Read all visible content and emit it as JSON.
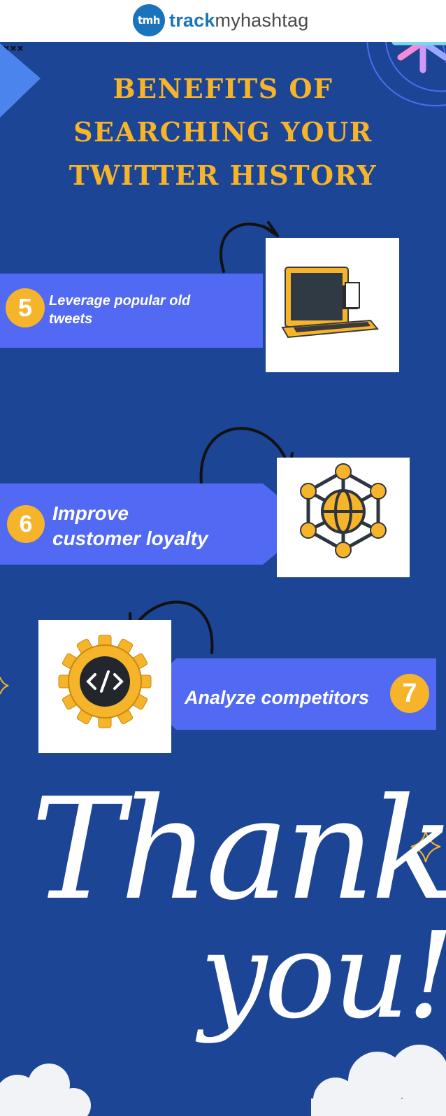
{
  "header": {
    "logo_mark": "tmh",
    "logo_track": "track",
    "logo_rest": "myhashtag"
  },
  "title": {
    "line1": "BENEFITS OF",
    "line2": "SEARCHING YOUR",
    "line3": "TWITTER HISTORY"
  },
  "items": [
    {
      "number": "5",
      "label_line1": "Leverage popular old",
      "label_line2": "tweets",
      "icon": "laptop-icon"
    },
    {
      "number": "6",
      "label_line1": "Improve",
      "label_line2": "customer loyalty",
      "icon": "network-globe-icon"
    },
    {
      "number": "7",
      "label_line1": "Analyze competitors",
      "icon": "code-gear-icon"
    }
  ],
  "closing": {
    "word1": "Thank",
    "word2": "you!"
  },
  "colors": {
    "background": "#1d4595",
    "banner": "#5269f3",
    "accent": "#f6b42a",
    "logo_blue": "#1a74bb"
  }
}
